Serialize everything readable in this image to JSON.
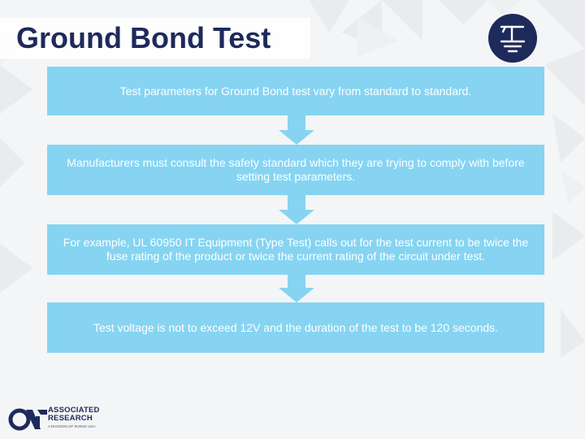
{
  "slide": {
    "title": "Ground Bond Test",
    "steps": [
      "Test parameters for Ground Bond test vary from standard to standard.",
      "Manufacturers must consult the safety standard which they are trying to comply with before setting test parameters.",
      "For example, UL 60950 IT Equipment (Type Test) calls out for the test current to be twice the fuse rating of the product or twice the current rating of the circuit under test.",
      "Test voltage is not to exceed 12V and the duration of the test to be 120 seconds."
    ]
  },
  "footer": {
    "company_line1": "ASSOCIATED",
    "company_line2": "RESEARCH",
    "division": "A DIVISION OF IKONIX USA"
  },
  "icons": {
    "header": "ground-symbol-icon",
    "footer": "associated-research-logo"
  },
  "colors": {
    "title": "#1e2a5a",
    "box_fill": "#86d4f2",
    "box_text": "#ffffff",
    "logo_navy": "#1e2a5a"
  }
}
